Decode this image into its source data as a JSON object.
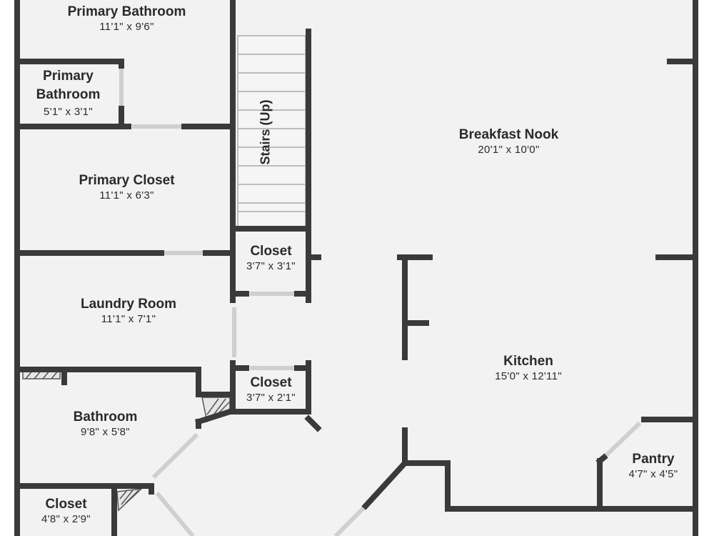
{
  "plan": {
    "colors": {
      "wall": "#3a3a3a",
      "floor": "#f2f2f2",
      "window": "#cfcfcf",
      "label": "#2a2a2a"
    },
    "rooms": [
      {
        "id": "primary-bathroom",
        "name": "Primary Bathroom",
        "dims": "11'1\" x 9'6\""
      },
      {
        "id": "primary-bathroom-2",
        "name": "Primary Bathroom",
        "dims": "5'1\" x 3'1\""
      },
      {
        "id": "primary-closet",
        "name": "Primary Closet",
        "dims": "11'1\" x 6'3\""
      },
      {
        "id": "laundry-room",
        "name": "Laundry Room",
        "dims": "11'1\" x 7'1\""
      },
      {
        "id": "bathroom",
        "name": "Bathroom",
        "dims": "9'8\" x 5'8\""
      },
      {
        "id": "closet-bottom",
        "name": "Closet",
        "dims": "4'8\" x 2'9\""
      },
      {
        "id": "closet-upper",
        "name": "Closet",
        "dims": "3'7\" x 3'1\""
      },
      {
        "id": "closet-lower",
        "name": "Closet",
        "dims": "3'7\" x 2'1\""
      },
      {
        "id": "breakfast-nook",
        "name": "Breakfast Nook",
        "dims": "20'1\" x 10'0\""
      },
      {
        "id": "kitchen",
        "name": "Kitchen",
        "dims": "15'0\" x 12'11\""
      },
      {
        "id": "pantry",
        "name": "Pantry",
        "dims": "4'7\" x 4'5\""
      }
    ],
    "stairs_label": "Stairs (Up)"
  }
}
